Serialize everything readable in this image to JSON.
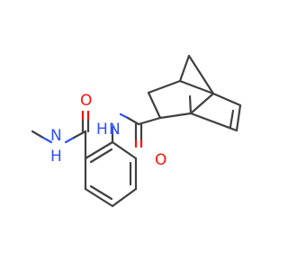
{
  "molecule": {
    "atoms": {
      "o_left": "O",
      "nh_left": "N",
      "h_left": "H",
      "nh_right": "N",
      "h_right": "H",
      "o_right": "O"
    }
  },
  "colors": {
    "carbon_bond": "#404040",
    "oxygen": "#ff0d0d",
    "nitrogen": "#3050f8",
    "background": "#ffffff"
  }
}
